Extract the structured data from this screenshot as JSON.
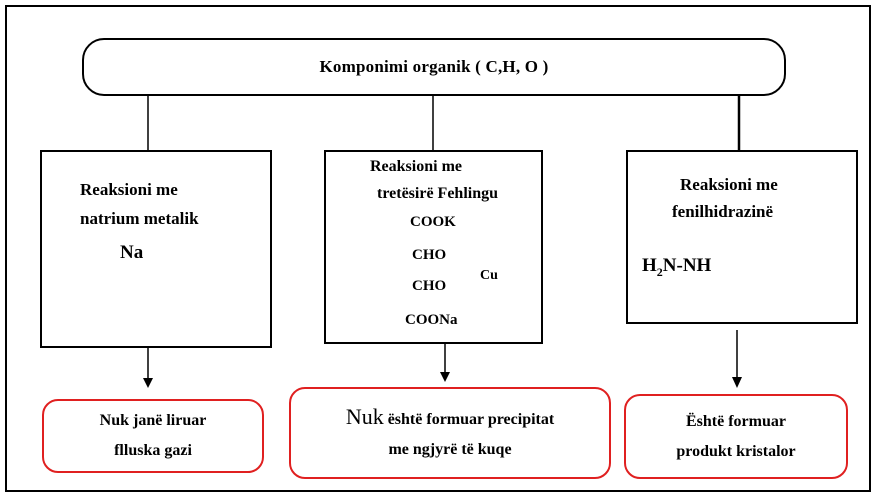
{
  "title": "Komponimi organik ( C,H, O )",
  "left_box": {
    "line1": "Reaksioni me",
    "line2": "natrium metalik",
    "line3": "Na"
  },
  "middle_box": {
    "line1": "Reaksioni me",
    "line2": "tretësirë Fehlingu",
    "formula": {
      "cook": "COOK",
      "cho1": "CHO",
      "cho2": "CHO",
      "cu": "Cu",
      "coona": "COONa"
    }
  },
  "right_box": {
    "line1": "Reaksioni me",
    "line2": "fenilhidrazinë",
    "formula_h": "H",
    "formula_sub": "2",
    "formula_rest": "N-NH"
  },
  "results": {
    "left": {
      "line1": "Nuk janë liruar",
      "line2": "flluska gazi"
    },
    "middle": {
      "nuk": "Nuk",
      "line1_rest": " është formuar precipitat",
      "line2": "me ngjyrë të kuqe"
    },
    "right": {
      "line1": "Është formuar",
      "line2": "produkt kristalor"
    }
  },
  "colors": {
    "result_border": "#e02020",
    "hexagon": "#e02020"
  }
}
